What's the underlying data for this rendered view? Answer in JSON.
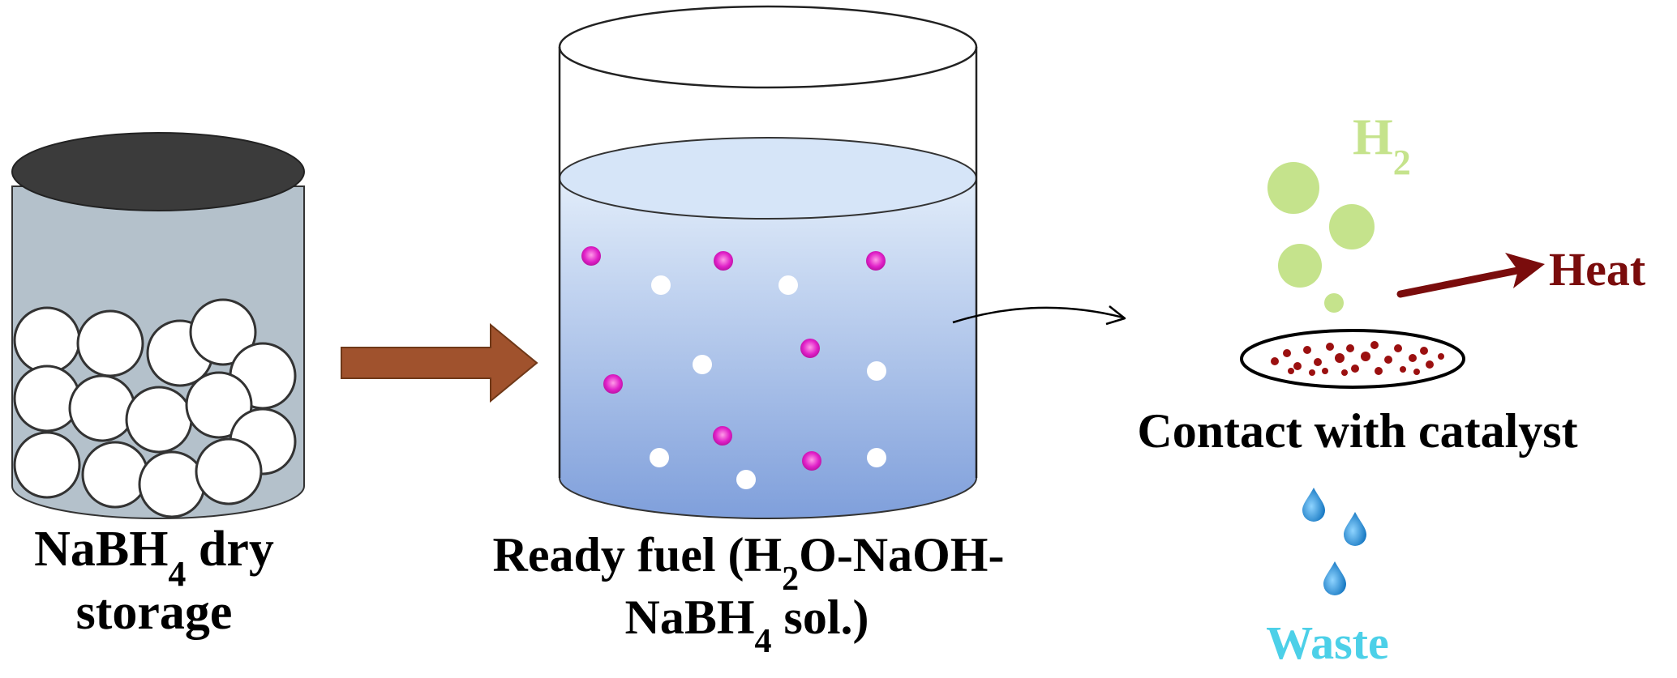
{
  "labels": {
    "dry_storage_main": "NaBH",
    "dry_storage_sub": "4",
    "dry_storage_tail": " dry",
    "dry_storage_line2": "storage",
    "fuel_line1_a": "Ready fuel (H",
    "fuel_line1_sub": "2",
    "fuel_line1_b": "O-NaOH-",
    "fuel_line2_a": "NaBH",
    "fuel_line2_sub": "4",
    "fuel_line2_b": " sol.)",
    "h2_main": "H",
    "h2_sub": "2",
    "heat": "Heat",
    "catalyst": "Contact with catalyst",
    "waste": "Waste"
  },
  "colors": {
    "can_body": "#b4c1cb",
    "can_top": "#3a3a3a",
    "arrow_brown": "#a0522d",
    "liquid_top": "#dce9f9",
    "liquid_bottom": "#7f9fdb",
    "magenta_particle": "#e020c8",
    "hydrogen_green": "#c5e38c",
    "heat_red": "#7a0c0c",
    "catalyst_dots": "#9b1010",
    "waste_cyan": "#4cd0e8",
    "droplet_blue": "#1e88d0"
  },
  "icons": {
    "process_arrow": "thick-right-arrow",
    "flow_arrow": "curved-thin-arrow",
    "heat_arrow": "red-arrow-icon",
    "droplet": "water-drop-icon"
  }
}
